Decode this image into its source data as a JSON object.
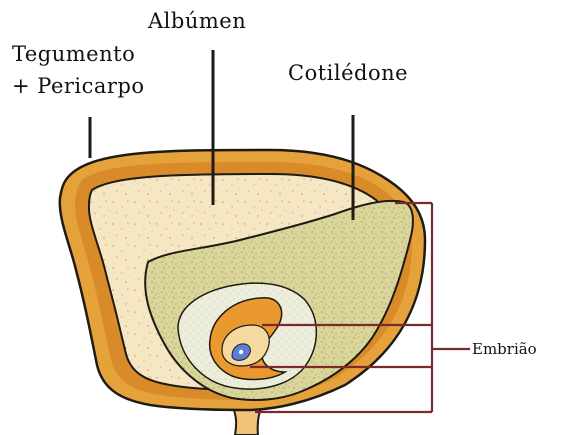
{
  "labels": {
    "albumen": "Albúmen",
    "tegumento_line1": "Tegumento",
    "tegumento_line2": "+ Pericarpo",
    "cotiledone": "Cotilédone",
    "embriao": "Embrião"
  },
  "colors": {
    "outer_coat": "#e6a23a",
    "coat_edge": "#c27a1f",
    "albumen_fill": "#f4e3bf",
    "albumen_speckle": "#e8b070",
    "cotyledon_fill": "#d8d49a",
    "cotyledon_speckle": "#a9a55a",
    "embryo_orange": "#e9992e",
    "embryo_blue": "#5a7fd4",
    "outline": "#1e1a14",
    "bracket": "#7a2a2a"
  }
}
